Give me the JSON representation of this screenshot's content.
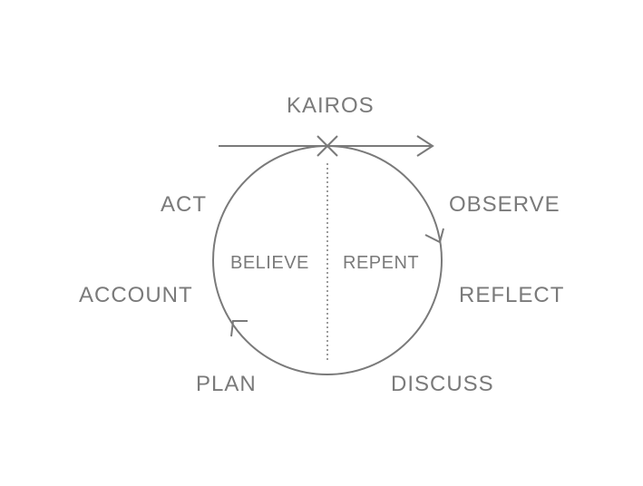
{
  "diagram": {
    "title": "KAIROS",
    "stages": {
      "observe": "OBSERVE",
      "reflect": "REFLECT",
      "discuss": "DISCUSS",
      "plan": "PLAN",
      "account": "ACCOUNT",
      "act": "ACT"
    },
    "halves": {
      "left": "BELIEVE",
      "right": "REPENT"
    },
    "stroke_color": "#7a7a7a"
  }
}
